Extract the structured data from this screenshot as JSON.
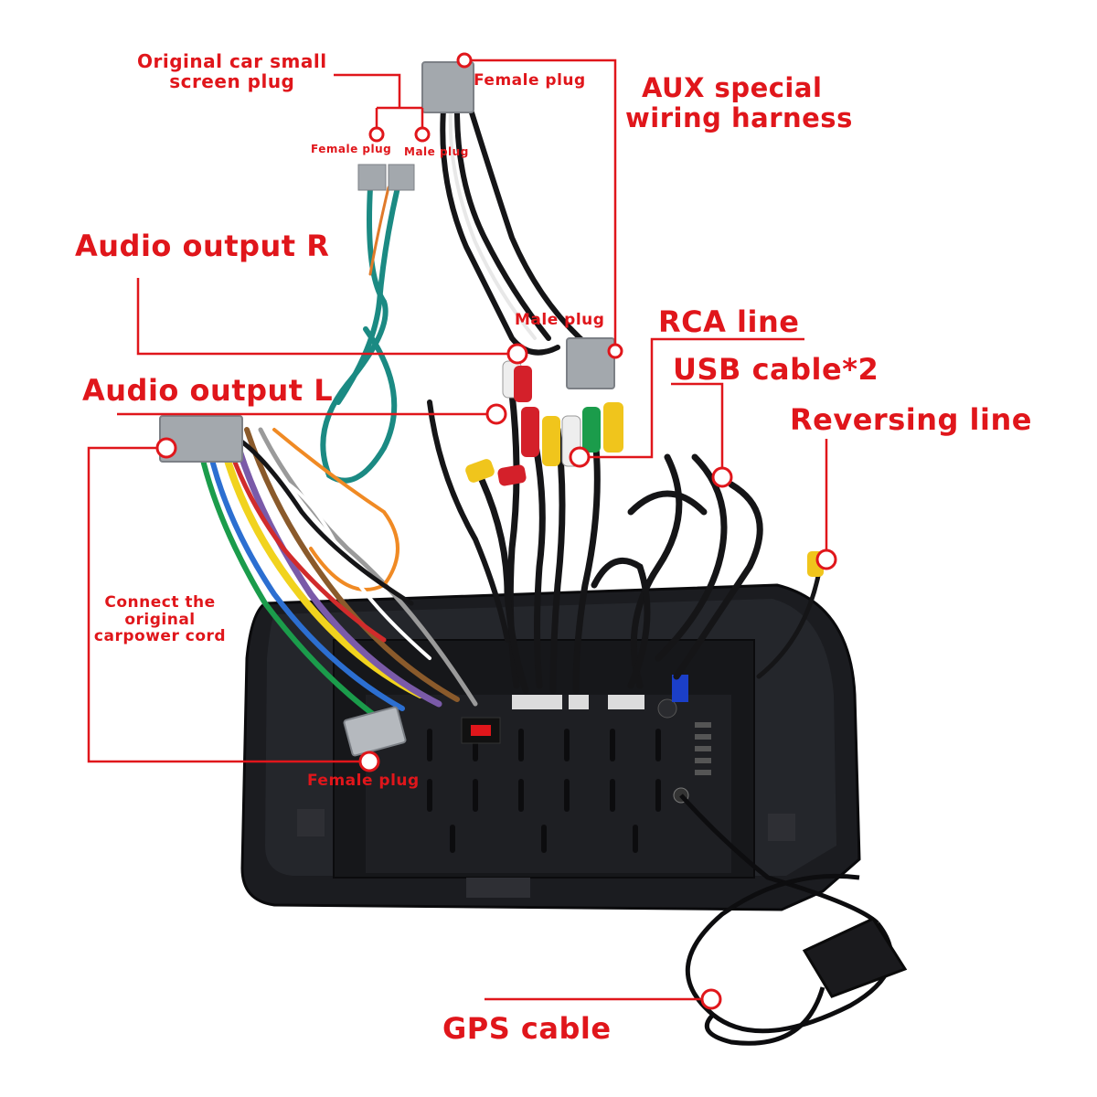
{
  "accent_color": "#e0161b",
  "labels": {
    "original_small_screen_plug": [
      "Original car small",
      "screen plug"
    ],
    "female_plug_small": "Female plug",
    "male_plug_small": "Male plug",
    "female_plug_aux": "Female plug",
    "aux_harness": [
      "AUX special",
      "wiring harness"
    ],
    "audio_output_r": "Audio output R",
    "male_plug_aux": "Male plug",
    "rca_line": "RCA line",
    "usb_cable": "USB cable*2",
    "audio_output_l": "Audio output L",
    "reversing_line": "Reversing line",
    "connect_power": [
      "Connect the",
      "original",
      "carpower cord"
    ],
    "female_plug_power": "Female plug",
    "gps_cable": "GPS cable"
  },
  "icons": [
    "connector-marker-icon",
    "gps-antenna-icon",
    "head-unit-icon",
    "wiring-harness-icon"
  ]
}
